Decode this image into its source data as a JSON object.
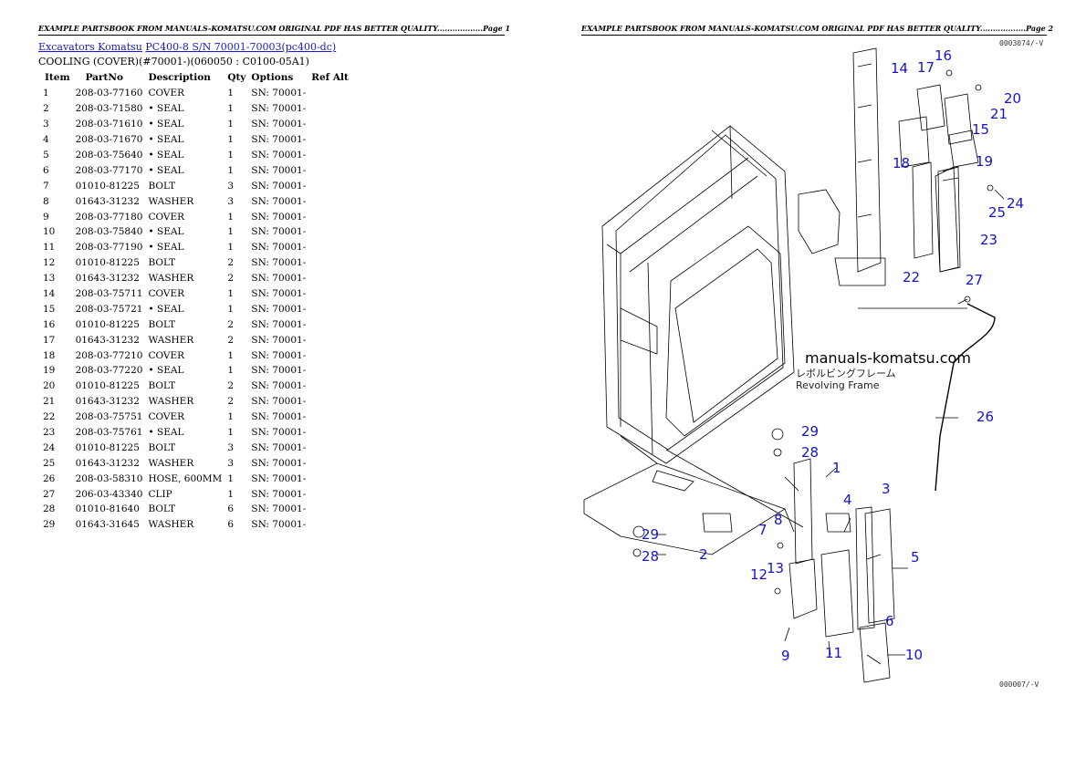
{
  "header_left": "EXAMPLE PARTSBOOK FROM MANUALS-KOMATSU.COM ORIGINAL PDF HAS BETTER QUALITY..................Page 1",
  "header_right": "EXAMPLE PARTSBOOK FROM MANUALS-KOMATSU.COM ORIGINAL PDF HAS BETTER QUALITY..................Page 2",
  "breadcrumb": {
    "link1": "Excavators Komatsu",
    "link2": "PC400-8 S/N 70001-70003(pc400-dc)"
  },
  "subtitle": "COOLING (COVER)(#70001-)(060050 : C0100-05A1)",
  "columns": [
    "Item",
    "PartNo",
    "Description",
    "Qty",
    "Options",
    "Ref Alt"
  ],
  "rows": [
    [
      "1",
      "208-03-77160",
      "COVER",
      "1",
      "SN: 70001-"
    ],
    [
      "2",
      "208-03-71580",
      "• SEAL",
      "1",
      "SN: 70001-"
    ],
    [
      "3",
      "208-03-71610",
      "• SEAL",
      "1",
      "SN: 70001-"
    ],
    [
      "4",
      "208-03-71670",
      "• SEAL",
      "1",
      "SN: 70001-"
    ],
    [
      "5",
      "208-03-75640",
      "• SEAL",
      "1",
      "SN: 70001-"
    ],
    [
      "6",
      "208-03-77170",
      "• SEAL",
      "1",
      "SN: 70001-"
    ],
    [
      "7",
      "01010-81225",
      "BOLT",
      "3",
      "SN: 70001-"
    ],
    [
      "8",
      "01643-31232",
      "WASHER",
      "3",
      "SN: 70001-"
    ],
    [
      "9",
      "208-03-77180",
      "COVER",
      "1",
      "SN: 70001-"
    ],
    [
      "10",
      "208-03-75840",
      "• SEAL",
      "1",
      "SN: 70001-"
    ],
    [
      "11",
      "208-03-77190",
      "• SEAL",
      "1",
      "SN: 70001-"
    ],
    [
      "12",
      "01010-81225",
      "BOLT",
      "2",
      "SN: 70001-"
    ],
    [
      "13",
      "01643-31232",
      "WASHER",
      "2",
      "SN: 70001-"
    ],
    [
      "14",
      "208-03-75711",
      "COVER",
      "1",
      "SN: 70001-"
    ],
    [
      "15",
      "208-03-75721",
      "• SEAL",
      "1",
      "SN: 70001-"
    ],
    [
      "16",
      "01010-81225",
      "BOLT",
      "2",
      "SN: 70001-"
    ],
    [
      "17",
      "01643-31232",
      "WASHER",
      "2",
      "SN: 70001-"
    ],
    [
      "18",
      "208-03-77210",
      "COVER",
      "1",
      "SN: 70001-"
    ],
    [
      "19",
      "208-03-77220",
      "• SEAL",
      "1",
      "SN: 70001-"
    ],
    [
      "20",
      "01010-81225",
      "BOLT",
      "2",
      "SN: 70001-"
    ],
    [
      "21",
      "01643-31232",
      "WASHER",
      "2",
      "SN: 70001-"
    ],
    [
      "22",
      "208-03-75751",
      "COVER",
      "1",
      "SN: 70001-"
    ],
    [
      "23",
      "208-03-75761",
      "• SEAL",
      "1",
      "SN: 70001-"
    ],
    [
      "24",
      "01010-81225",
      "BOLT",
      "3",
      "SN: 70001-"
    ],
    [
      "25",
      "01643-31232",
      "WASHER",
      "3",
      "SN: 70001-"
    ],
    [
      "26",
      "208-03-58310",
      "HOSE, 600MM",
      "1",
      "SN: 70001-"
    ],
    [
      "27",
      "206-03-43340",
      "CLIP",
      "1",
      "SN: 70001-"
    ],
    [
      "28",
      "01010-81640",
      "BOLT",
      "6",
      "SN: 70001-"
    ],
    [
      "29",
      "01643-31645",
      "WASHER",
      "6",
      "SN: 70001-"
    ]
  ],
  "diagram": {
    "watermark": "manuals-komatsu.com",
    "frame_label_jp": "レボルビングフレーム",
    "frame_label_en": "Revolving Frame",
    "code_top": "0003074/-V",
    "code_bottom": "000007/-V",
    "callouts": [
      "1",
      "2",
      "3",
      "4",
      "5",
      "6",
      "7",
      "8",
      "9",
      "10",
      "11",
      "12",
      "13",
      "14",
      "15",
      "16",
      "17",
      "18",
      "19",
      "20",
      "21",
      "22",
      "23",
      "24",
      "25",
      "26",
      "27",
      "28",
      "29",
      "29",
      "28"
    ],
    "accent_color": "#1414c8"
  }
}
